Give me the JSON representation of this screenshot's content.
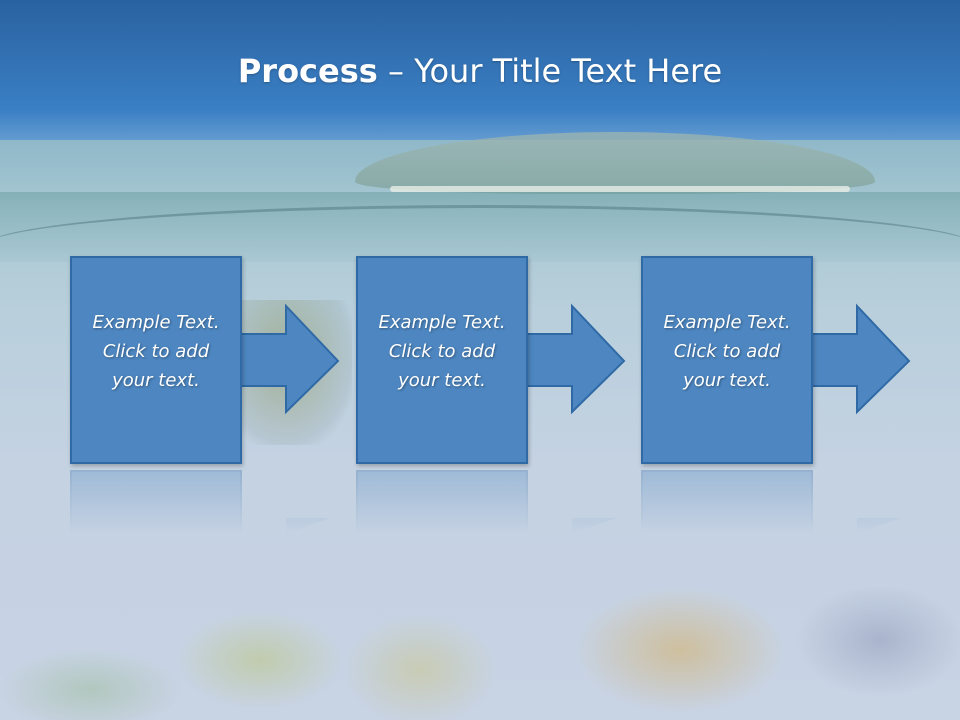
{
  "slide": {
    "title_bold": "Process",
    "title_rest": " – Your Title Text Here",
    "accent_color": "#4d86c0",
    "border_color": "#2f6aa6",
    "header_color": "#2a62a0"
  },
  "steps": [
    {
      "line1": "Example Text.",
      "line2": "Click  to add",
      "line3": "your text.",
      "icon": "right-arrow-icon"
    },
    {
      "line1": "Example Text.",
      "line2": "Click  to add",
      "line3": "your text.",
      "icon": "right-arrow-icon"
    },
    {
      "line1": "Example Text.",
      "line2": "Click  to add",
      "line3": "your text.",
      "icon": "right-arrow-icon"
    }
  ]
}
